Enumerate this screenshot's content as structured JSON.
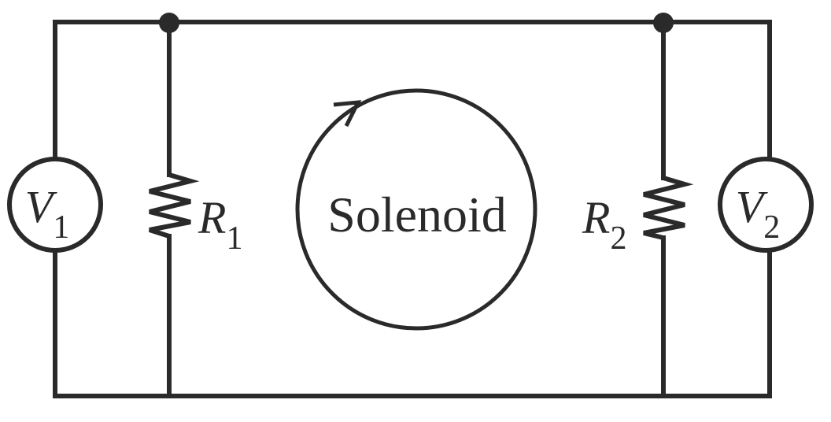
{
  "diagram": {
    "voltmeter_1": {
      "symbol": "V",
      "subscript": "1"
    },
    "voltmeter_2": {
      "symbol": "V",
      "subscript": "2"
    },
    "resistor_1": {
      "symbol": "R",
      "subscript": "1"
    },
    "resistor_2": {
      "symbol": "R",
      "subscript": "2"
    },
    "solenoid": {
      "label": "Solenoid"
    }
  }
}
